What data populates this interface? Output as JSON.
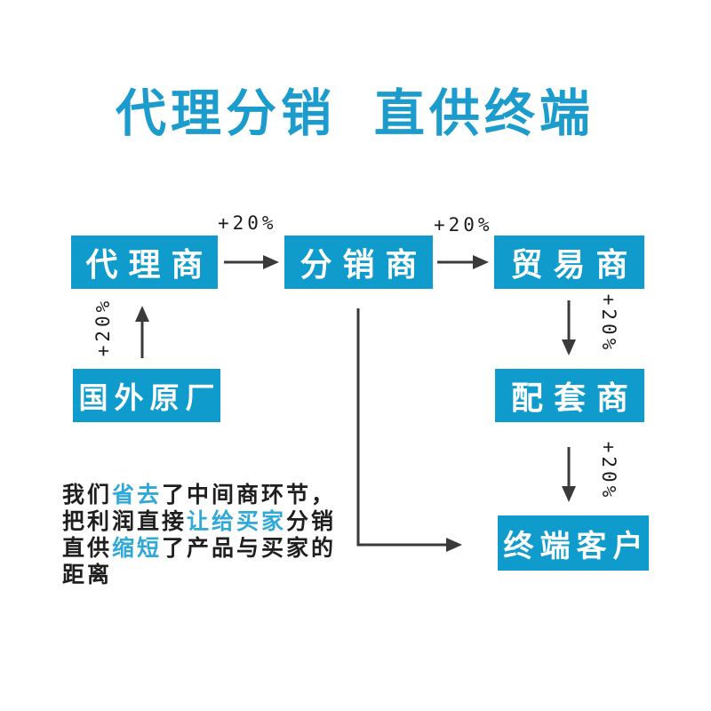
{
  "title": "代理分销 直供终端",
  "colors": {
    "box_blue": "#0f9ccd",
    "title_blue": "#1b9ccd",
    "highlight_blue": "#30a8d8",
    "arrow_gray": "#3a3a3a",
    "body_text": "#1f1f1f"
  },
  "boxes": {
    "agent": {
      "label": "代理商"
    },
    "distributor": {
      "label": "分销商"
    },
    "trader": {
      "label": "贸易商"
    },
    "factory": {
      "label": "国外原厂"
    },
    "supplier": {
      "label": "配套商"
    },
    "customer": {
      "label": "终端客户"
    }
  },
  "rate_labels": [
    "+20%",
    "+20%",
    "+20%",
    "+20%",
    "+20%"
  ],
  "paragraph": {
    "lines": [
      {
        "segments": [
          {
            "t": "我们"
          },
          {
            "t": "省去",
            "hl": true
          },
          {
            "t": "了中间商环节，"
          }
        ]
      },
      {
        "segments": [
          {
            "t": "把利润直接"
          },
          {
            "t": "让给买家",
            "hl": true
          },
          {
            "t": "分销"
          }
        ]
      },
      {
        "segments": [
          {
            "t": "直供"
          },
          {
            "t": "缩短",
            "hl": true
          },
          {
            "t": "了产品与买家的"
          }
        ]
      },
      {
        "segments": [
          {
            "t": "距离"
          }
        ]
      }
    ]
  }
}
